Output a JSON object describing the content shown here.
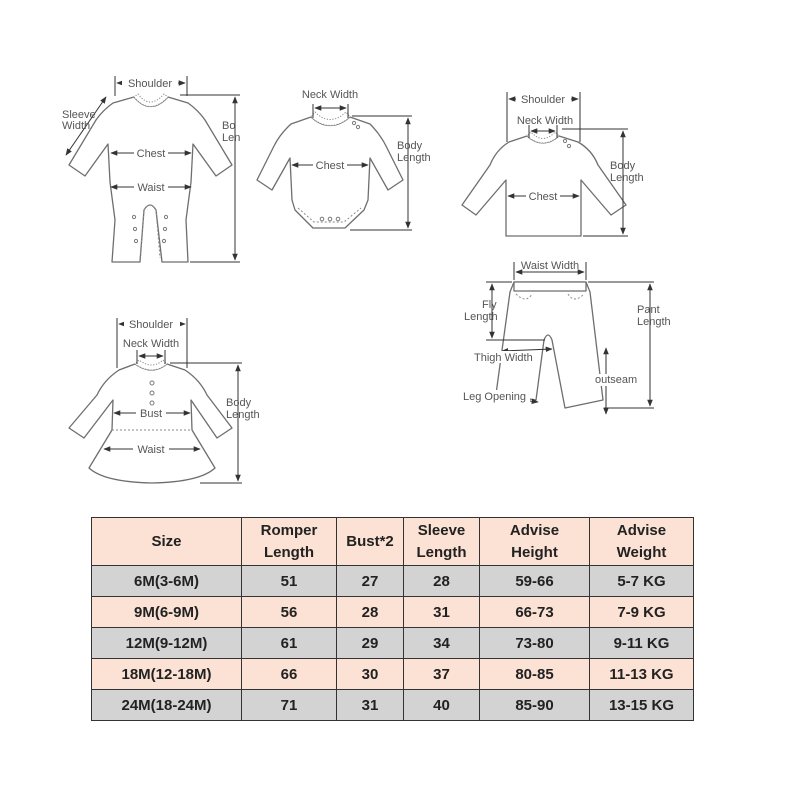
{
  "diagrams": {
    "romper": {
      "shoulder": "Shoulder",
      "sleeve_width_1": "Sleeve",
      "sleeve_width_2": "Width",
      "chest": "Chest",
      "waist": "Waist",
      "body_length_1": "Bo",
      "body_length_2": "Len"
    },
    "bodysuit": {
      "neck_width": "Neck Width",
      "chest": "Chest",
      "body_length_1": "Body",
      "body_length_2": "Length"
    },
    "top": {
      "shoulder": "Shoulder",
      "neck_width": "Neck Width",
      "chest": "Chest",
      "body_length_1": "Body",
      "body_length_2": "Length"
    },
    "dress": {
      "shoulder": "Shoulder",
      "neck_width": "Neck Width",
      "bust": "Bust",
      "waist": "Waist",
      "body_length_1": "Body",
      "body_length_2": "Length"
    },
    "pants": {
      "waist_width": "Waist Width",
      "fly_length_1": "Fly",
      "fly_length_2": "Length",
      "pant_length_1": "Pant",
      "pant_length_2": "Length",
      "thigh_width": "Thigh Width",
      "outseam": "outseam",
      "leg_opening": "Leg Opening"
    }
  },
  "size_table": {
    "headers": [
      {
        "line1": "Size",
        "line2": ""
      },
      {
        "line1": "Romper",
        "line2": "Length"
      },
      {
        "line1": "Bust*2",
        "line2": ""
      },
      {
        "line1": "Sleeve",
        "line2": "Length"
      },
      {
        "line1": "Advise",
        "line2": "Height"
      },
      {
        "line1": "Advise",
        "line2": "Weight"
      }
    ],
    "rows": [
      [
        "6M(3-6M)",
        "51",
        "27",
        "28",
        "59-66",
        "5-7 KG"
      ],
      [
        "9M(6-9M)",
        "56",
        "28",
        "31",
        "66-73",
        "7-9 KG"
      ],
      [
        "12M(9-12M)",
        "61",
        "29",
        "34",
        "73-80",
        "9-11 KG"
      ],
      [
        "18M(12-18M)",
        "66",
        "30",
        "37",
        "80-85",
        "11-13 KG"
      ],
      [
        "24M(18-24M)",
        "71",
        "31",
        "40",
        "85-90",
        "13-15 KG"
      ]
    ],
    "colors": {
      "header_bg": "#fbe2d4",
      "gray_row": "#d3d3d3",
      "peach_row": "#fbe2d4",
      "border": "#333333"
    }
  }
}
